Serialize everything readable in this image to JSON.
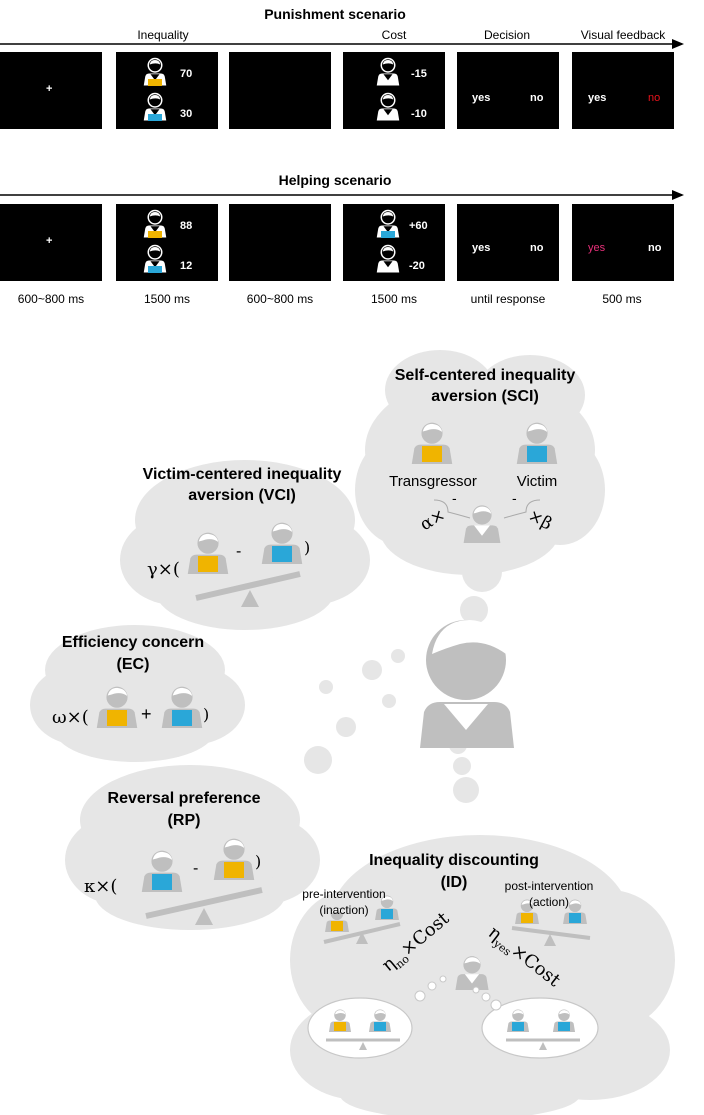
{
  "punishment": {
    "title": "Punishment scenario",
    "phases": [
      "Inequality",
      "Cost",
      "Decision",
      "Visual feedback"
    ],
    "fixation": "+",
    "inequality": [
      "70",
      "30"
    ],
    "cost": [
      "-15",
      "-10"
    ],
    "decision": [
      "yes",
      "no"
    ],
    "feedback": [
      "yes",
      "no"
    ]
  },
  "helping": {
    "title": "Helping scenario",
    "fixation": "+",
    "inequality": [
      "88",
      "12"
    ],
    "cost": [
      "+60",
      "-20"
    ],
    "decision": [
      "yes",
      "no"
    ],
    "feedback": [
      "yes",
      "no"
    ]
  },
  "durations": [
    "600~800 ms",
    "1500 ms",
    "600~800 ms",
    "1500 ms",
    "until response",
    "500 ms"
  ],
  "colors": {
    "transgressor": "#f0b400",
    "victim": "#2aa7d8",
    "feedback_red": "#e8131b",
    "feedback_pink": "#e8307a",
    "person_gray": "#bfbfbf",
    "cloud_gray": "#e6e6e6"
  },
  "sci": {
    "title_line1": "Self-centered inequality",
    "title_line2": "aversion (SCI)",
    "transgressor": "Transgressor",
    "victim": "Victim",
    "minus": "-",
    "alpha": "α×",
    "beta": "×β"
  },
  "vci": {
    "title_line1": "Victim-centered inequality",
    "title_line2": "aversion (VCI)",
    "coef": "γ×(",
    "op": "-",
    "close": ")"
  },
  "ec": {
    "title_line1": "Efficiency concern",
    "title_line2": "(EC)",
    "coef": "ω×(",
    "op": "+",
    "close": ")"
  },
  "rp": {
    "title_line1": "Reversal preference",
    "title_line2": "(RP)",
    "coef": "κ×(",
    "op": "-",
    "close": ")"
  },
  "id": {
    "title_line1": "Inequality discounting",
    "title_line2": "(ID)",
    "pre_line1": "pre-intervention",
    "pre_line2": "(inaction)",
    "post_line1": "post-intervention",
    "post_line2": "(action)",
    "eta_no": "η",
    "eta_no_sub": "no",
    "eta_yes": "η",
    "eta_yes_sub": "yes",
    "times_cost": "×Cost"
  }
}
